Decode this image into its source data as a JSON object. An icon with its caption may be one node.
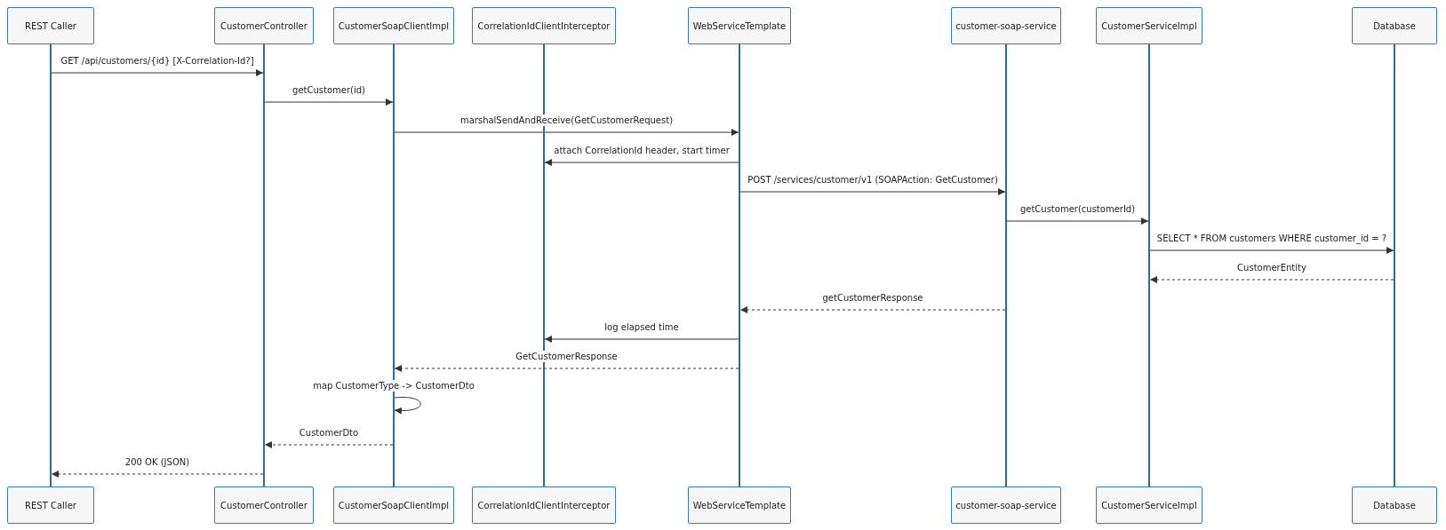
{
  "diagram": {
    "nodes": [
      {
        "text": [
          "REST Caller"
        ]
      },
      {
        "text": [
          "CustomerController"
        ]
      },
      {
        "text": [
          "CustomerSoapClientImpl"
        ]
      },
      {
        "text": [
          "CorrelationIdClientInterceptor"
        ]
      },
      {
        "text": [
          "WebServiceTemplate"
        ]
      },
      {
        "text": [
          "customer-soap-service"
        ]
      },
      {
        "text": [
          "CustomerServiceImpl"
        ]
      },
      {
        "text": [
          "Database"
        ]
      },
      {
        "text": [],
        "shape": "line"
      },
      {
        "text": [],
        "shape": "line"
      },
      {
        "text": [],
        "shape": "line"
      },
      {
        "text": [],
        "shape": "line"
      },
      {
        "text": [],
        "shape": "line"
      },
      {
        "text": [],
        "shape": "line"
      },
      {
        "text": [],
        "shape": "line"
      },
      {
        "text": [],
        "shape": "line"
      },
      {
        "text": [
          "REST Caller"
        ]
      },
      {
        "text": [
          "CustomerController"
        ]
      },
      {
        "text": [
          "CustomerSoapClientImpl"
        ]
      },
      {
        "text": [
          "CorrelationIdClientInterceptor"
        ]
      },
      {
        "text": [
          "WebServiceTemplate"
        ]
      },
      {
        "text": [
          "customer-soap-service"
        ]
      },
      {
        "text": [
          "CustomerServiceImpl"
        ]
      },
      {
        "text": [
          "Database"
        ]
      }
    ],
    "edges": [
      {
        "from": 8,
        "to": 9,
        "arrow": "to",
        "label": "GET /api/customers/{id} [X-Correlation-Id?]"
      },
      {
        "from": 9,
        "to": 10,
        "arrow": "to",
        "label": "getCustomer(id)"
      },
      {
        "from": 10,
        "to": 12,
        "arrow": "to",
        "label": "marshalSendAndReceive(GetCustomerRequest)"
      },
      {
        "from": 12,
        "to": 11,
        "arrow": "to",
        "label": "attach CorrelationId header, start timer"
      },
      {
        "from": 12,
        "to": 13,
        "arrow": "to",
        "label": "POST /services/customer/v1 (SOAPAction: GetCustomer)"
      },
      {
        "from": 13,
        "to": 14,
        "arrow": "to",
        "label": "getCustomer(customerId)"
      },
      {
        "from": 14,
        "to": 15,
        "arrow": "to",
        "label": "SELECT * FROM customers WHERE customer_id = ?"
      },
      {
        "from": 15,
        "to": 14,
        "arrow": "to",
        "label": "CustomerEntity",
        "style": "dashed"
      },
      {
        "from": 13,
        "to": 12,
        "arrow": "to",
        "label": "getCustomerResponse",
        "style": "dashed"
      },
      {
        "from": 12,
        "to": 11,
        "arrow": "to",
        "label": "log elapsed time"
      },
      {
        "from": 12,
        "to": 10,
        "arrow": "to",
        "label": "GetCustomerResponse",
        "style": "dashed"
      },
      {
        "from": 10,
        "to": 10,
        "arrow": "to",
        "label": "map CustomerType -> CustomerDto"
      },
      {
        "from": 10,
        "to": 9,
        "arrow": "to",
        "label": "CustomerDto",
        "style": "dashed"
      },
      {
        "from": 9,
        "to": 8,
        "arrow": "to",
        "label": "200 OK (JSON)",
        "style": "dashed"
      }
    ]
  }
}
